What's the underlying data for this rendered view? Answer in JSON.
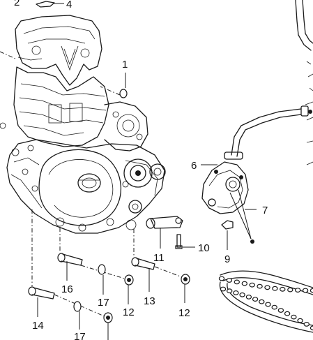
{
  "callouts": {
    "c1": "1",
    "c2": "2",
    "c4": "4",
    "c6": "6",
    "c7": "7",
    "c9": "9",
    "c10": "10",
    "c11": "11",
    "c12a": "12",
    "c12b": "12",
    "c13": "13",
    "c14": "14",
    "c16": "16",
    "c17a": "17",
    "c17b": "17"
  },
  "colors": {
    "ink": "#1a1a1a",
    "background": "#ffffff"
  }
}
